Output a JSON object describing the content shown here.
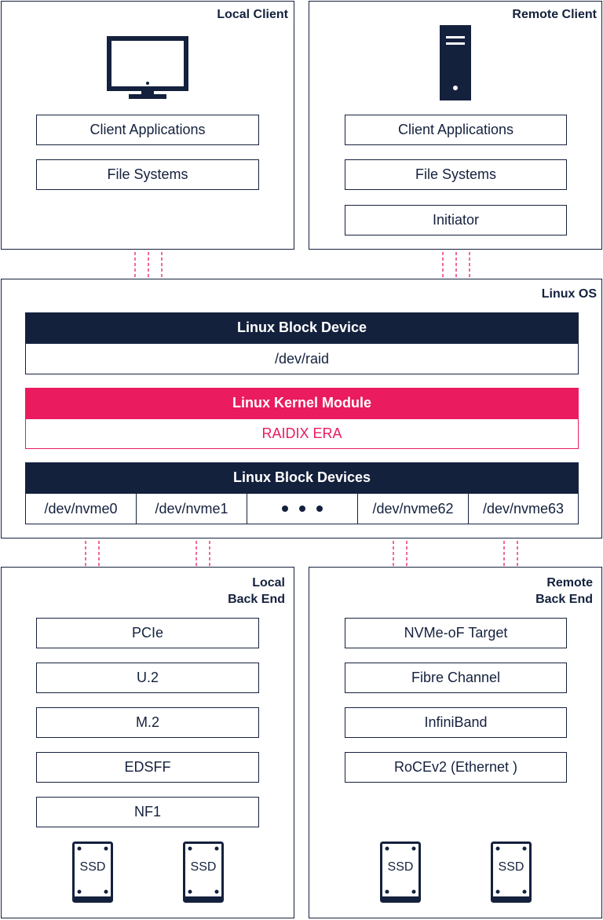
{
  "colors": {
    "navy": "#14213d",
    "pink": "#ea1b5e",
    "line": "#ea1b5e"
  },
  "local_client": {
    "title": "Local Client",
    "icon": "monitor-icon",
    "layers": [
      "Client Applications",
      "File Systems"
    ]
  },
  "remote_client": {
    "title": "Remote Client",
    "icon": "server-tower-icon",
    "layers": [
      "Client Applications",
      "File Systems",
      "Initiator"
    ]
  },
  "linux_os": {
    "title": "Linux OS",
    "block_device": {
      "header": "Linux Block Device",
      "path": "/dev/raid"
    },
    "kernel_module": {
      "header": "Linux Kernel Module",
      "name": "RAIDIX ERA"
    },
    "block_devices": {
      "header": "Linux Block Devices",
      "devices": [
        "/dev/nvme0",
        "/dev/nvme1",
        "",
        "/dev/nvme62",
        "/dev/nvme63"
      ],
      "ellipsis_icon": "ellipsis-icon"
    }
  },
  "local_back_end": {
    "title": "Local\nBack End",
    "interfaces": [
      "PCIe",
      "U.2",
      "M.2",
      "EDSFF",
      "NF1"
    ],
    "drives": [
      "SSD",
      "SSD"
    ]
  },
  "remote_back_end": {
    "title": "Remote\nBack End",
    "interfaces": [
      "NVMe-oF Target",
      "Fibre Channel",
      "InfiniBand",
      "RoCEv2 (Ethernet )"
    ],
    "drives": [
      "SSD",
      "SSD"
    ]
  }
}
